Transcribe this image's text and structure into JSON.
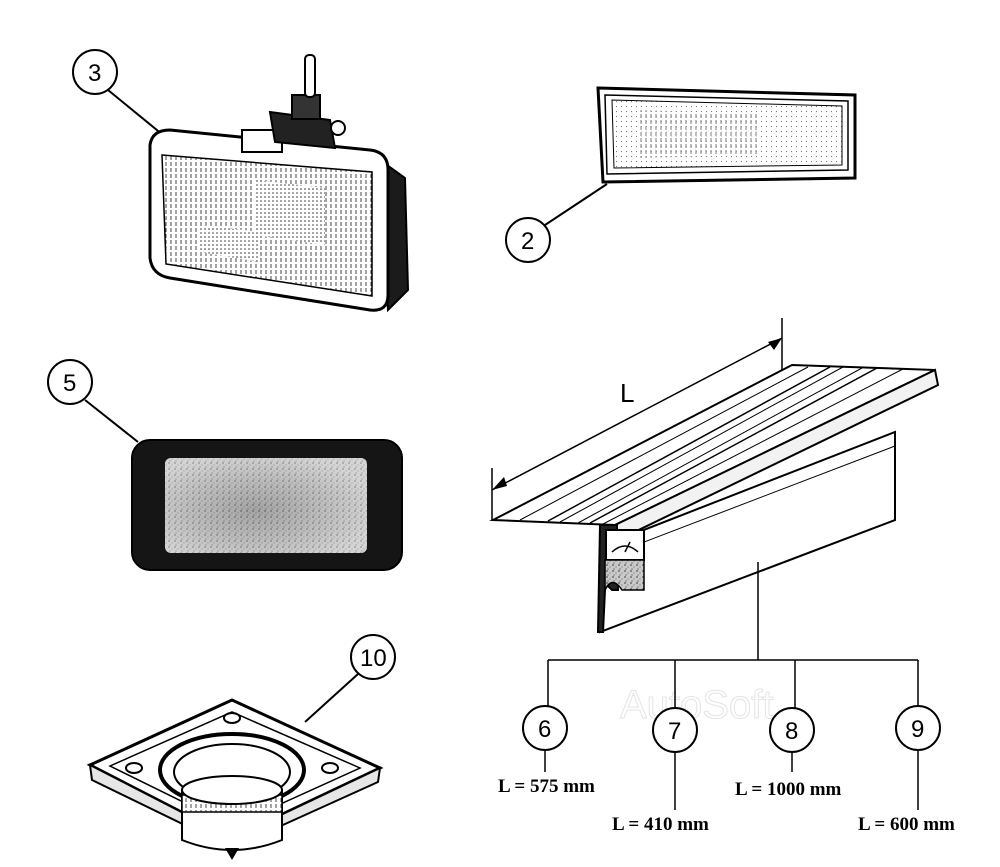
{
  "callouts": {
    "c3": "3",
    "c2": "2",
    "c5": "5",
    "c10": "10",
    "c6": "6",
    "c7": "7",
    "c8": "8",
    "c9": "9"
  },
  "dimension_label": "L",
  "lengths": {
    "p6": "L = 575 mm",
    "p7": "L = 410 mm",
    "p8": "L = 1000 mm",
    "p9": "L = 600 mm"
  },
  "watermark": "AutoSoft"
}
